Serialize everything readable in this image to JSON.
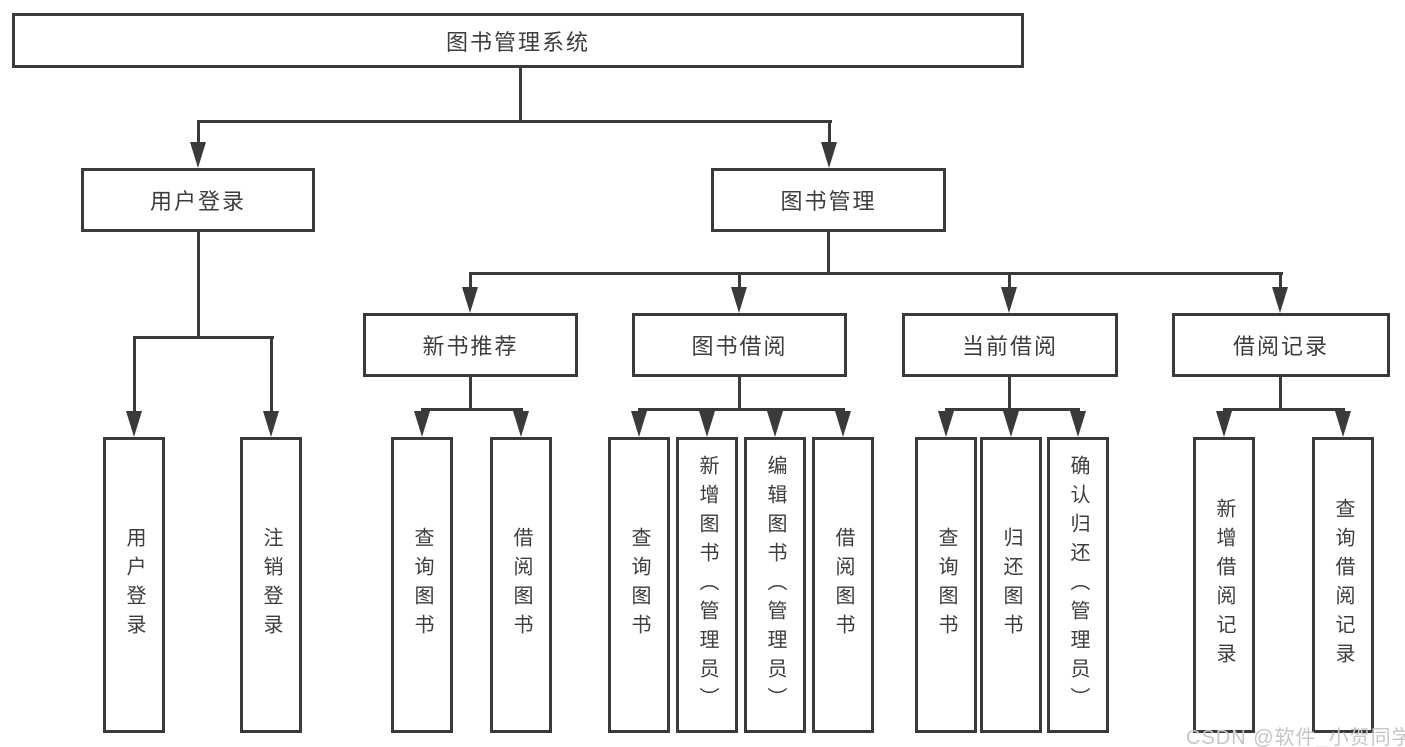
{
  "colors": {
    "line": "#3a3a3a",
    "text": "#3d3d3d",
    "background": "#ffffff",
    "watermark": "#c6c6c6"
  },
  "watermark": "CSDN @软件_小贺同学",
  "nodes": {
    "root": {
      "label": "图书管理系统"
    },
    "branches": [
      {
        "label": "用户登录"
      },
      {
        "label": "图书管理"
      }
    ],
    "modules": [
      {
        "label": "新书推荐",
        "parent": "图书管理"
      },
      {
        "label": "图书借阅",
        "parent": "图书管理"
      },
      {
        "label": "当前借阅",
        "parent": "图书管理"
      },
      {
        "label": "借阅记录",
        "parent": "图书管理"
      }
    ],
    "leaves": [
      {
        "label": "用户登录",
        "parent": "用户登录"
      },
      {
        "label": "注销登录",
        "parent": "用户登录"
      },
      {
        "label": "查询图书",
        "parent": "新书推荐"
      },
      {
        "label": "借阅图书",
        "parent": "新书推荐"
      },
      {
        "label": "查询图书",
        "parent": "图书借阅"
      },
      {
        "label": "新增图书（管理员）",
        "parent": "图书借阅"
      },
      {
        "label": "编辑图书（管理员）",
        "parent": "图书借阅"
      },
      {
        "label": "借阅图书",
        "parent": "图书借阅"
      },
      {
        "label": "查询图书",
        "parent": "当前借阅"
      },
      {
        "label": "归还图书",
        "parent": "当前借阅"
      },
      {
        "label": "确认归还（管理员）",
        "parent": "当前借阅"
      },
      {
        "label": "新增借阅记录",
        "parent": "借阅记录"
      },
      {
        "label": "查询借阅记录",
        "parent": "借阅记录"
      }
    ]
  }
}
